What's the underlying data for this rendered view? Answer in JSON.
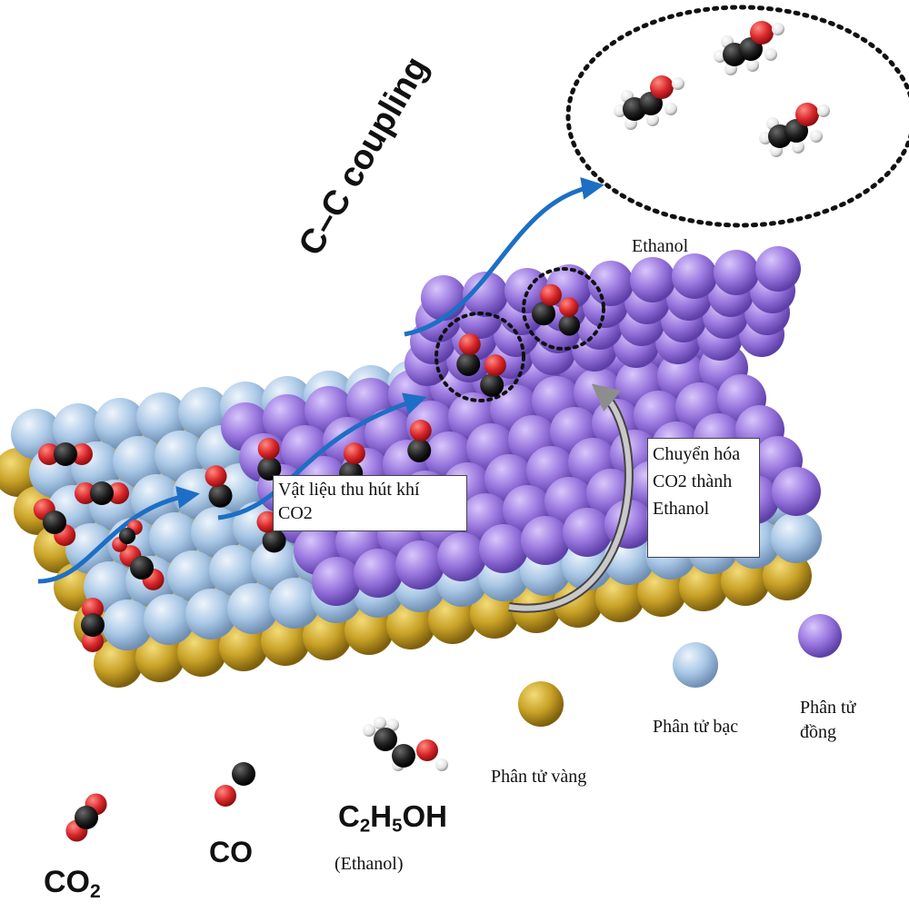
{
  "labels": {
    "cc_coupling": "C–C coupling",
    "ethanol_top": "Ethanol",
    "sorbent_line1": "Vật liệu thu hút khí",
    "sorbent_line2": "CO2",
    "conversion_line1": "Chuyển hóa",
    "conversion_line2": "CO2 thành",
    "conversion_line3": "Ethanol",
    "gold_atom": "Phân tử vàng",
    "silver_atom": "Phân tử bạc",
    "copper_atom_line1": "Phân tử",
    "copper_atom_line2": "đồng"
  },
  "legend": {
    "co2_main": "CO",
    "co2_sub": "2",
    "co": "CO",
    "ethanol_f1": "C",
    "ethanol_s1": "2",
    "ethanol_f2": "H",
    "ethanol_s2": "5",
    "ethanol_f3": "OH",
    "ethanol_name": "(Ethanol)"
  },
  "colors": {
    "gold": "#c9a227",
    "silver": "#aac8e6",
    "copper": "#9a78df",
    "oxygen": "#d8262a",
    "carbon": "#1f1f1f",
    "hydrogen": "#f2f2f2",
    "arrow_blue": "#1c6fc4",
    "arrow_gray": "#9a9a9a"
  }
}
